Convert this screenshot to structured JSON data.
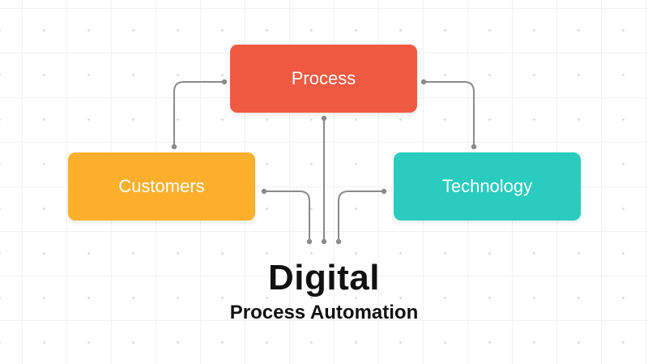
{
  "nodes": {
    "process": {
      "label": "Process",
      "color": "#F05A42"
    },
    "customers": {
      "label": "Customers",
      "color": "#FBAF2B"
    },
    "technology": {
      "label": "Technology",
      "color": "#29CCBE"
    }
  },
  "connector_color": "#8a8a8a",
  "title": "Digital",
  "subtitle": "Process Automation"
}
